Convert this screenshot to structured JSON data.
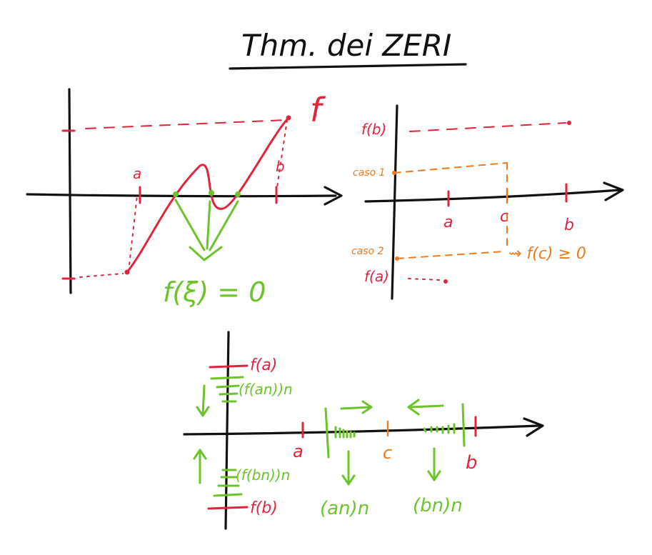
{
  "title": "Thm. dei ZERI",
  "panel1": {
    "func_label": "f",
    "a_label": "a",
    "b_label": "b",
    "zero_eq": "f(ξ) = 0"
  },
  "panel2": {
    "fb_label": "f(b)",
    "fa_label": "f(a)",
    "caso1_label": "caso 1",
    "caso2_label": "caso 2",
    "a_label": "a",
    "c_label": "c",
    "b_label": "b",
    "conclusion": "⇝ f(c) ≥ 0"
  },
  "panel3": {
    "fa_label": "f(a)",
    "fan_label": "(f(an))n",
    "fbn_label": "(f(bn))n",
    "fb_label": "f(b)",
    "a_label": "a",
    "c_label": "c",
    "b_label": "b",
    "an_label": "(an)n",
    "bn_label": "(bn)n"
  },
  "colors": {
    "ink": "#111111",
    "red": "#e0243c",
    "green": "#6cc42a",
    "orange": "#f07a1e"
  }
}
